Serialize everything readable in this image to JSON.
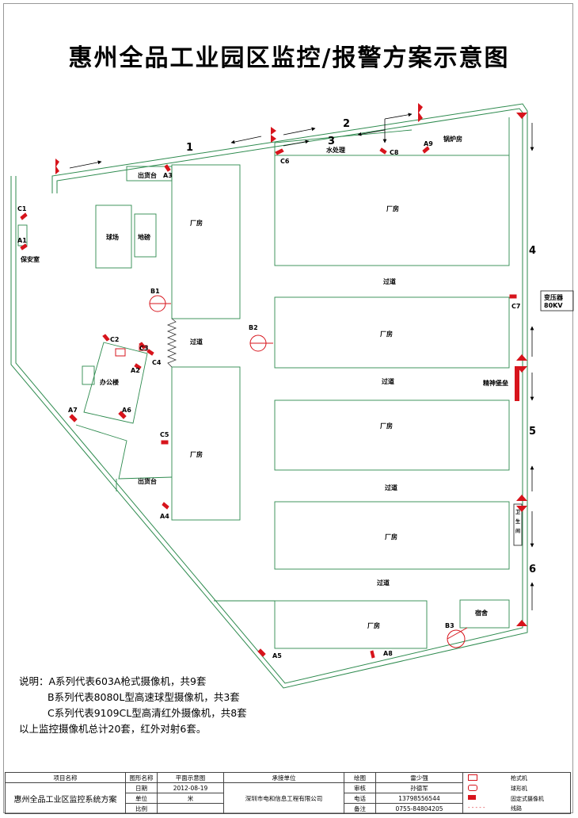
{
  "title": "惠州全品工业园区监控/报警方案示意图",
  "labels": {
    "chuhuotai_top": "出货台",
    "chuhuotai_bottom": "出货台",
    "qiuchang": "球场",
    "dibang": "地磅",
    "baoanshi": "保安室",
    "bangonglou": "办公楼",
    "changfang": "厂房",
    "guodao": "过道",
    "shuichuli": "水处理",
    "guolufang": "锅炉房",
    "bianyaqi": "变压器\n80KV",
    "jingshenbaolei": "精神堡垒",
    "weishengjian": "卫生间",
    "sushe": "宿舍"
  },
  "zones": [
    "1",
    "2",
    "3",
    "4",
    "5",
    "6"
  ],
  "cameras": {
    "A": [
      "A1",
      "A2",
      "A3",
      "A4",
      "A5",
      "A6",
      "A7",
      "A8",
      "A9"
    ],
    "B": [
      "B1",
      "B2",
      "B3"
    ],
    "C": [
      "C1",
      "C2",
      "C3",
      "C4",
      "C5",
      "C6",
      "C7",
      "C8"
    ]
  },
  "notes": [
    "说明：A系列代表603A枪式摄像机，共9套",
    "B系列代表8080L型高速球型摄像机，共3套",
    "C系列代表9109CL型高清红外摄像机，共8套",
    "以上监控摄像机总计20套，红外对射6套。"
  ],
  "title_block": {
    "project_name_h": "项目名称",
    "project_name": "惠州全品工业区监控系统方案",
    "drawing_name_h": "图形名称",
    "drawing_name": "平面示意图",
    "date_h": "日期",
    "date": "2012-08-19",
    "unit_h": "单位",
    "unit": "米",
    "scale_h": "比例",
    "scale": "",
    "contractor_h": "承接单位",
    "contractor": "深圳市电和信息工程有限公司",
    "drawn_h": "绘图",
    "drawn": "雷少强",
    "review_h": "审核",
    "review": "孙德军",
    "phone_h": "电话",
    "phone": "13798556544",
    "remark_h": "备注",
    "remark": "0755-84804205"
  },
  "legend": {
    "gun": "枪式机",
    "dome": "球形机",
    "fixed": "固定式摄像机",
    "wire": "线路"
  },
  "colors": {
    "wall": "#2d8a4e",
    "camera": "#d7141c",
    "line": "#333333"
  }
}
